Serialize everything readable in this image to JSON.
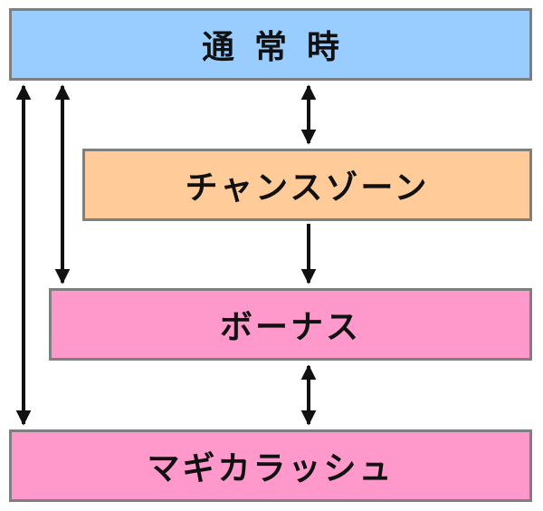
{
  "states": {
    "normal": {
      "label": "通常時",
      "color": "#99ccff"
    },
    "chance_zone": {
      "label": "チャンスゾーン",
      "color": "#ffcc99"
    },
    "bonus": {
      "label": "ボーナス",
      "color": "#ff99cc"
    },
    "magica_rush": {
      "label": "マギカラッシュ",
      "color": "#ff99cc"
    }
  },
  "colors": {
    "border": "#7f7f7f",
    "arrow": "#111111"
  }
}
